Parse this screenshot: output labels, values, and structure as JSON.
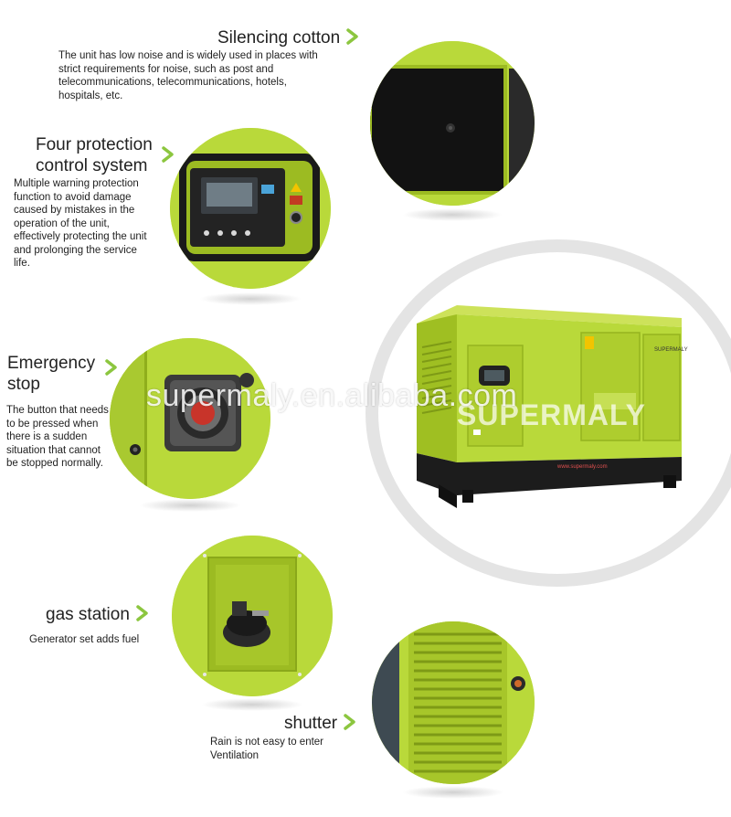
{
  "sections": [
    {
      "title": "Silencing cotton",
      "description": "The unit has low noise and is widely used in places with strict requirements for noise, such as post and telecommunications, telecommunications, hotels, hospitals, etc."
    },
    {
      "title_line1": "Four protection",
      "title_line2": "control system",
      "description": "Multiple warning protection function to avoid damage caused by mistakes in the operation of the unit, effectively protecting the unit and prolonging the service life."
    },
    {
      "title_line1": "Emergency",
      "title_line2": "stop",
      "description": "The button that needs to be pressed when there is a sudden situation that cannot be stopped normally."
    },
    {
      "title": "gas station",
      "description": "Generator set adds fuel"
    },
    {
      "title": "shutter",
      "description_line1": "Rain is not easy to enter",
      "description_line2": "Ventilation"
    }
  ],
  "watermark": "supermaly.en.alibaba.com",
  "brand": "SUPERMALY",
  "generator_label": "SUPERMALY",
  "generator_url": "www.supermaly.com",
  "colors": {
    "lime": "#b9d93a",
    "lime_dark": "#9cbb22",
    "arrow": "#8cc63f",
    "base": "#1c1c1c"
  },
  "icons": [
    "chevron-right-icon"
  ]
}
